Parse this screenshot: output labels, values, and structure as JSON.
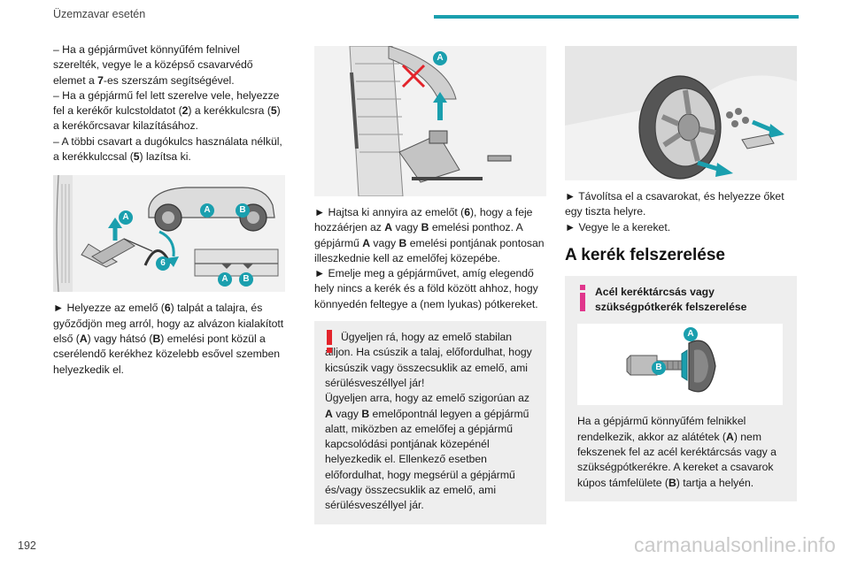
{
  "header": {
    "title": "Üzemzavar esetén",
    "accent_color": "#1a9fae"
  },
  "col1": {
    "para1": [
      "– Ha a gépjárművet könnyűfém felnivel szerelték, vegye le a középső csavarvédő elemet a ",
      "7",
      "-es szerszám segítségével."
    ],
    "para2": [
      "– Ha a gépjármű fel lett szerelve vele, helyezze fel a kerékőr kulcstoldatot (",
      "2",
      ") a kerékkulcsra (",
      "5",
      ") a kerékőrcsavar kilazításához."
    ],
    "para3": [
      "– A többi csavart a dugókulcs használata nélkül, a kerékkulccsal (",
      "5",
      ") lazítsa ki."
    ],
    "figure_labels": {
      "a": "A",
      "b": "B",
      "six": "6"
    },
    "para4": [
      "► Helyezze az emelő (",
      "6",
      ") talpát a talajra, és győződjön meg arról, hogy az alvázon kialakított első (",
      "A",
      ") vagy hátsó (",
      "B",
      ") emelési pont közül a cserélendő kerékhez közelebb esővel szemben helyezkedik el."
    ]
  },
  "col2": {
    "figure_labels": {
      "a": "A"
    },
    "para1": [
      "► Hajtsa ki annyira az emelőt (",
      "6",
      "), hogy a feje hozzáérjen az ",
      "A",
      " vagy ",
      "B",
      " emelési ponthoz. A gépjármű ",
      "A",
      " vagy ",
      "B",
      " emelési pontjának pontosan illeszkednie kell az emelőfej közepébe."
    ],
    "para2": "► Emelje meg a gépjárművet, amíg elegendő hely nincs a kerék és a föld között ahhoz, hogy könnyedén feltegye a (nem lyukas) pótkereket.",
    "warning": {
      "line1": "Ügyeljen rá, hogy az emelő stabilan",
      "line2": "álljon. Ha csúszik a talaj, előfordulhat, hogy kicsúszik vagy összecsuklik az emelő, ami sérülésveszéllyel jár!",
      "para2": [
        "Ügyeljen arra, hogy az emelő szigorúan az ",
        "A",
        " vagy ",
        "B",
        " emelőpontnál legyen a gépjármű alatt, miközben az emelőfej a gépjármű kapcsolódási pontjának közepénél helyezkedik el. Ellenkező esetben előfordulhat, hogy megsérül a gépjármű és/vagy összecsuklik az emelő, ami sérülésveszéllyel jár."
      ],
      "color": "#e3242b"
    }
  },
  "col3": {
    "para1": "► Távolítsa el a csavarokat, és helyezze őket egy tiszta helyre.",
    "para2": "► Vegye le a kereket.",
    "section_title": "A kerék felszerelése",
    "info": {
      "title": "Acél keréktárcsás vagy szükségpótkerék felszerelése",
      "figure_labels": {
        "a": "A",
        "b": "B"
      },
      "body": [
        "Ha a gépjármű könnyűfém felnikkel rendelkezik, akkor az alátétek (",
        "A",
        ") nem fekszenek fel az acél keréktárcsás vagy a szükségpótkerékre. A kereket a csavarok kúpos támfelülete (",
        "B",
        ") tartja a helyén."
      ],
      "color": "#e0368c"
    }
  },
  "footer": {
    "page_number": "192",
    "watermark": "carmanualsonline.info"
  }
}
